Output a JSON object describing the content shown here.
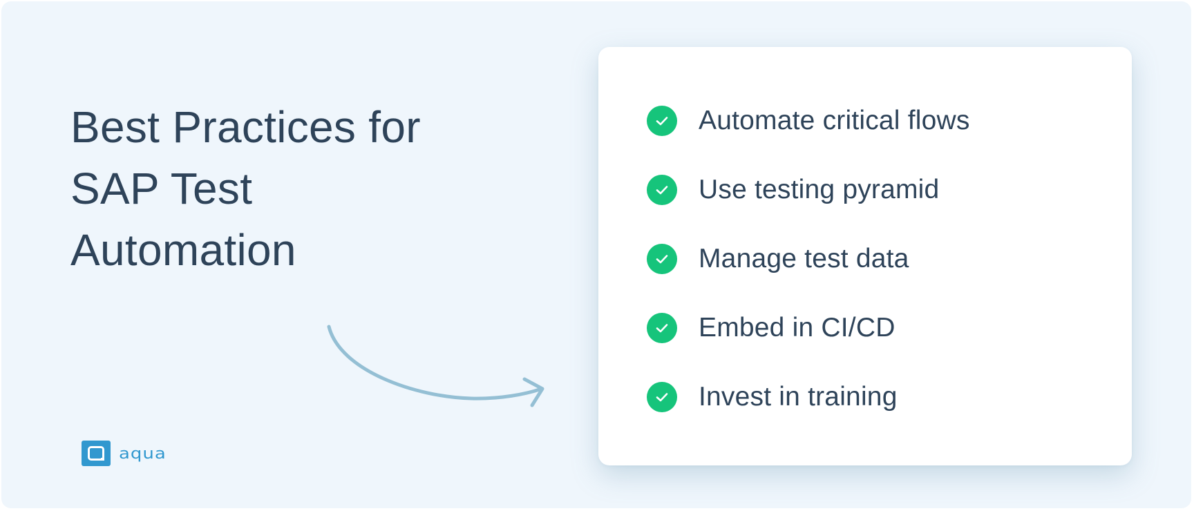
{
  "heading": {
    "lines": [
      "Best Practices for",
      "SAP Test",
      "Automation"
    ]
  },
  "checklist": {
    "items": [
      {
        "label": "Automate critical flows",
        "icon": "check-circle-icon"
      },
      {
        "label": "Use testing pyramid",
        "icon": "check-circle-icon"
      },
      {
        "label": "Manage test data",
        "icon": "check-circle-icon"
      },
      {
        "label": "Embed in CI/CD",
        "icon": "check-circle-icon"
      },
      {
        "label": "Invest in training",
        "icon": "check-circle-icon"
      }
    ]
  },
  "brand": {
    "name": "aqua",
    "icon": "aqua-logo-icon"
  },
  "decoration": {
    "arrow_icon": "curved-arrow-icon"
  },
  "colors": {
    "background": "#eff6fc",
    "heading_text": "#2e4359",
    "check_green": "#16c47b",
    "arrow": "#94bfd4",
    "brand_blue": "#3198cf",
    "card": "#ffffff"
  }
}
